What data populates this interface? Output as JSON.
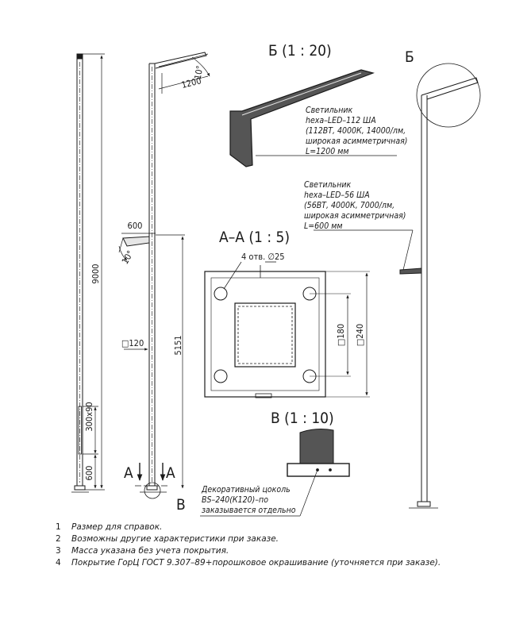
{
  "views": {
    "detail_b_title": "Б (1 : 20)",
    "section_aa_title": "А–А (1 : 5)",
    "detail_v_title": "В (1 : 10)",
    "callout_b": "Б",
    "callout_v": "В",
    "section_mark": "А"
  },
  "dimensions": {
    "height": "9000",
    "mid_height": "5151",
    "bracket_top": "1200",
    "bracket_mid": "600",
    "angle_top": "10°",
    "angle_mid": "10°",
    "shaft_square": "□120",
    "door_size": "300х90",
    "door_height": "600",
    "holes": "4 отв. ∅25",
    "inner_square": "□180",
    "outer_square": "□240"
  },
  "luminaires": {
    "top": [
      "Светильник",
      "hexa–LED–112 ША",
      "(112ВТ, 4000К, 14000/лм,",
      "широкая асимметричная)",
      "L=1200 мм"
    ],
    "mid": [
      "Светильник",
      "hexa–LED–56 ША",
      "(56ВТ, 4000К, 7000/лм,",
      "широкая асимметричная)",
      "L=600 мм"
    ]
  },
  "base_note": [
    "Декоративный цоколь",
    "BS–240(К120)–по",
    "заказывается отдельно"
  ],
  "notes": [
    {
      "num": "1",
      "text": "Размер для справок."
    },
    {
      "num": "2",
      "text": "Возможны другие характеристики при заказе."
    },
    {
      "num": "3",
      "text": "Масса указана без учета покрытия."
    },
    {
      "num": "4",
      "text": "Покрытие ГорЦ ГОСТ 9.307–89+порошковое окрашивание (уточняется при заказе)."
    }
  ],
  "colors": {
    "ink": "#1a1a1a",
    "fill": "#555555",
    "light": "#e6e6e6"
  }
}
